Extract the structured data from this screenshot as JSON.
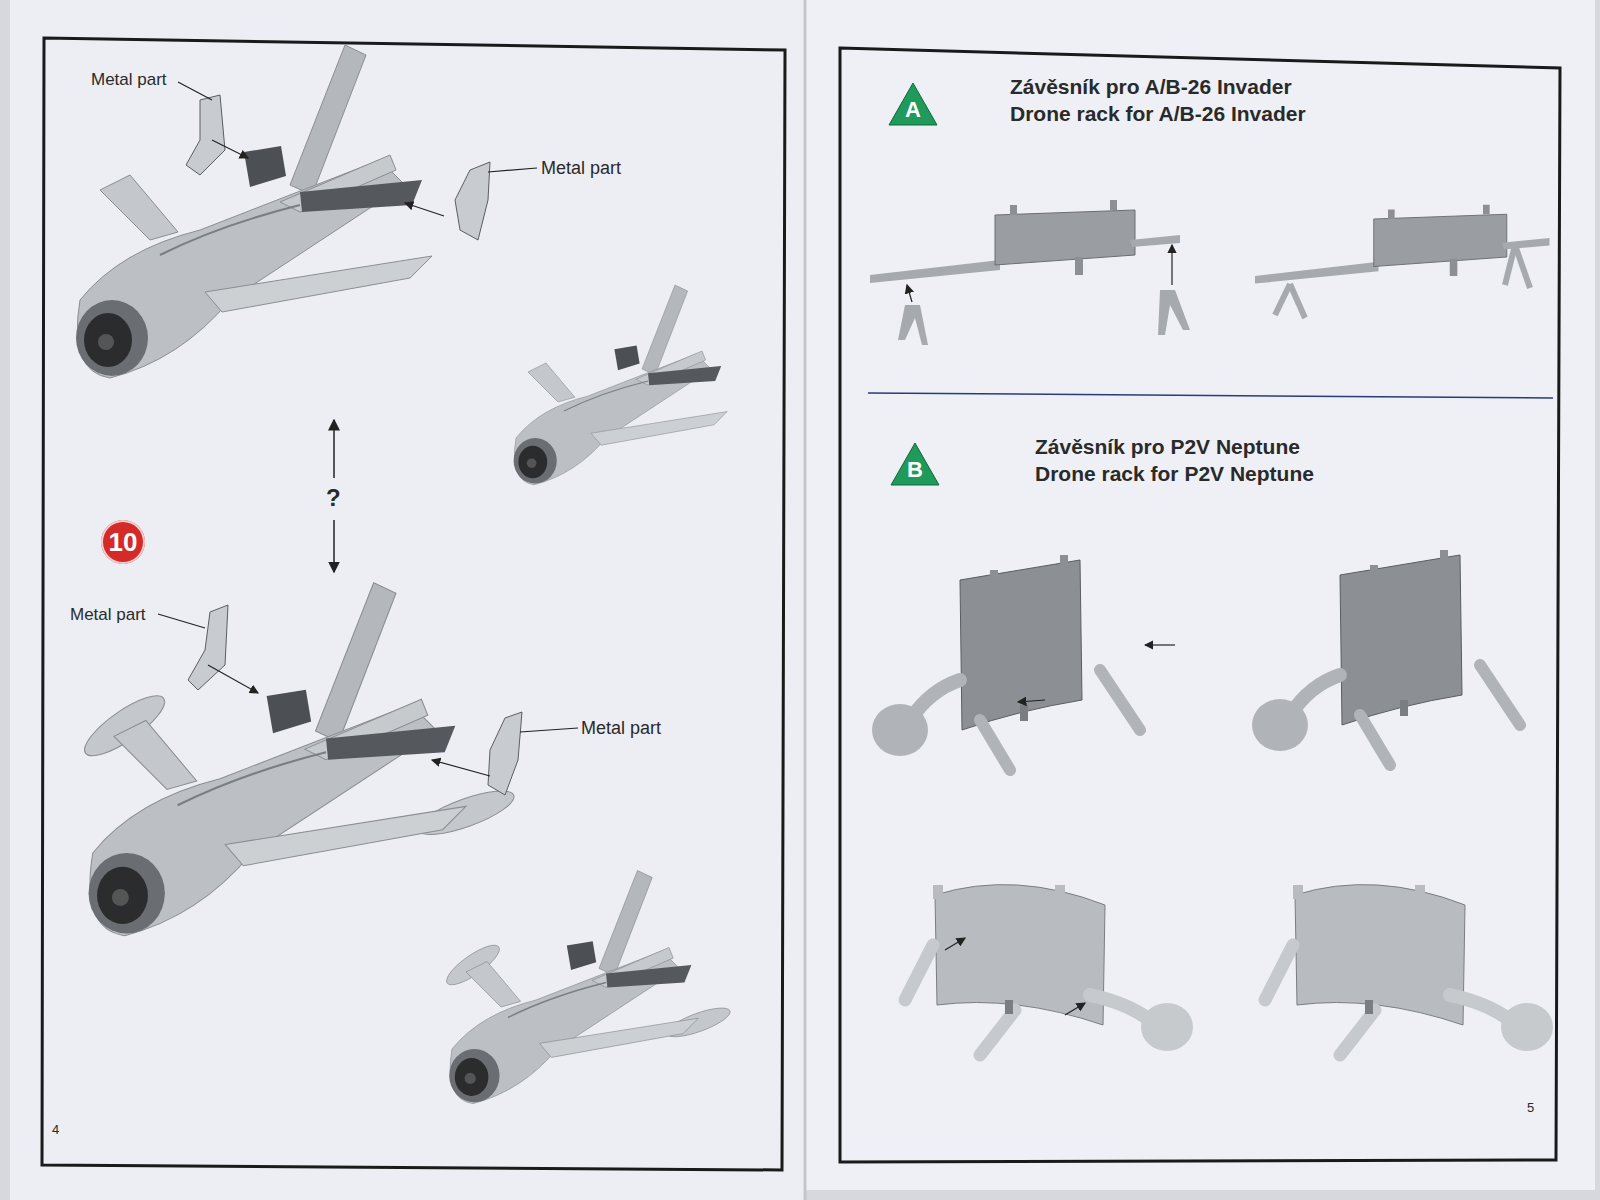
{
  "diagram": {
    "nodes": [
      {
        "text": [
          "10"
        ]
      },
      {
        "text": [
          "A"
        ]
      },
      {
        "text": [
          "B"
        ]
      }
    ],
    "labels": [
      "Metal part",
      "Metal part",
      "?",
      "Metal part",
      "Metal part",
      "4",
      "Závěsník pro A/B-26 Invader",
      "Drone rack for A/B-26 Invader",
      "Závěsník pro P2V Neptune",
      "Drone rack for P2V Neptune",
      "5"
    ]
  }
}
